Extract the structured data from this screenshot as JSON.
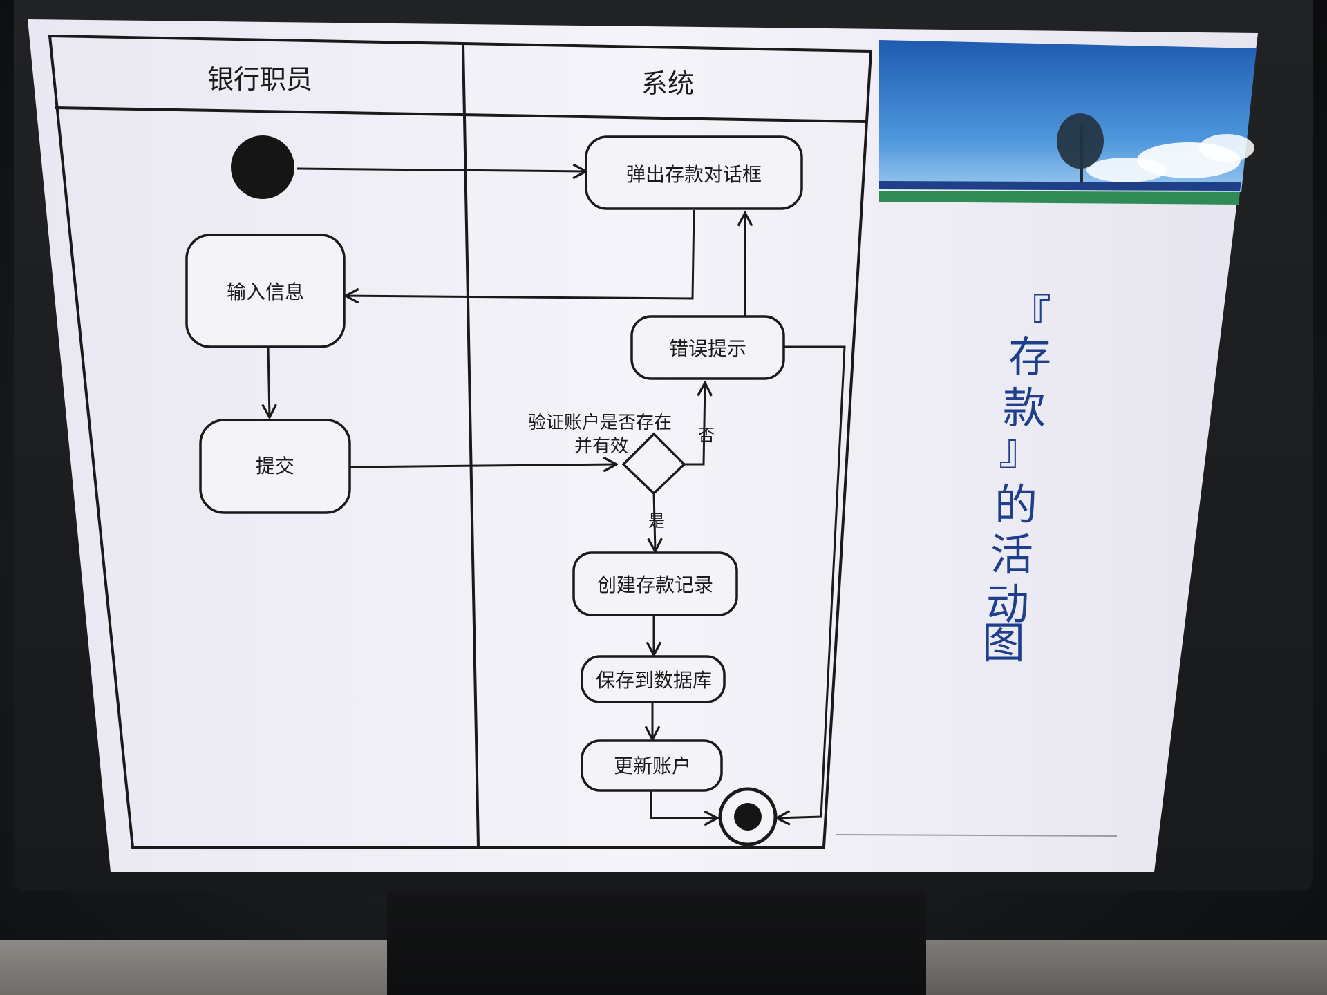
{
  "diagram": {
    "lanes": {
      "clerk": "银行职员",
      "system": "系统"
    },
    "nodes": {
      "popup": "弹出存款对话框",
      "input_info": "输入信息",
      "submit": "提交",
      "error_hint": "错误提示",
      "create_record": "创建存款记录",
      "save_db": "保存到数据库",
      "update_account": "更新账户"
    },
    "decision": {
      "condition_line1": "验证账户是否存在",
      "condition_line2": "并有效",
      "guard_no": "否",
      "guard_yes": "是"
    }
  },
  "slide": {
    "title_chars": [
      "『",
      "存",
      "款",
      "』",
      "的",
      "活",
      "动",
      "图"
    ],
    "title_color": "#1e3f8a"
  }
}
